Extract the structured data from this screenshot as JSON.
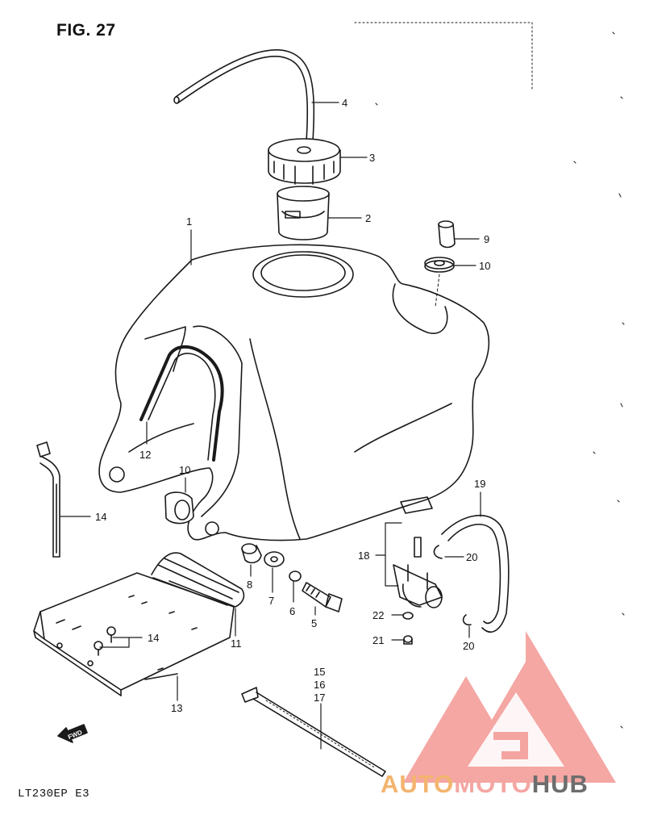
{
  "figure": {
    "title": "FIG. 27",
    "model": "LT230EP  E3"
  },
  "watermark": {
    "part1": "AUTO",
    "part2": "MOTO",
    "part3": "HUB",
    "colors": {
      "auto": "#f3b46e",
      "moto": "#f4a6a2",
      "hub": "#6d6d6d",
      "logo": "#f08a84"
    }
  },
  "fwd_label": "FWD",
  "callouts": {
    "c1": "1",
    "c2": "2",
    "c3": "3",
    "c4": "4",
    "c5": "5",
    "c6": "6",
    "c7": "7",
    "c8": "8",
    "c9": "9",
    "c10a": "10",
    "c10b": "10",
    "c11": "11",
    "c12": "12",
    "c13": "13",
    "c14a": "14",
    "c14b": "14",
    "c15": "15",
    "c16": "16",
    "c17": "17",
    "c18": "18",
    "c19": "19",
    "c20a": "20",
    "c20b": "20",
    "c21": "21",
    "c22": "22"
  }
}
